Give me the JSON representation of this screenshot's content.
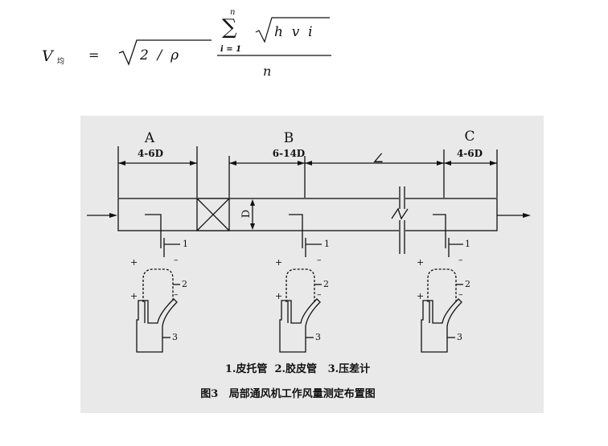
{
  "formula": {
    "lhs_symbol": "V",
    "lhs_subscript": "均",
    "equals": "=",
    "sqrt_content": "2  /  ρ",
    "sum_upper": "n",
    "sum_symbol": "∑",
    "sum_lower": "i = 1",
    "numerator_sqrt": "h  v  i",
    "denominator": "n"
  },
  "diagram": {
    "sections": [
      {
        "letter": "A",
        "span": "4-6D"
      },
      {
        "letter": "B",
        "span": "6-14D"
      },
      {
        "letter": "",
        "span": "∠"
      },
      {
        "letter": "C",
        "span": "4-6D"
      }
    ],
    "diameter_label": "D",
    "parts": [
      {
        "number": "1",
        "name": "皮托管"
      },
      {
        "number": "2",
        "name": "胶皮管"
      },
      {
        "number": "3",
        "name": "压差计"
      }
    ],
    "probe_numbers": [
      "1",
      "2",
      "3"
    ],
    "plus_sign": "+",
    "minus_sign": "–",
    "legend": "1.皮托管  2.胶皮管   3.压差计",
    "caption": "图3   局部通风机工作风量测定布置图"
  }
}
